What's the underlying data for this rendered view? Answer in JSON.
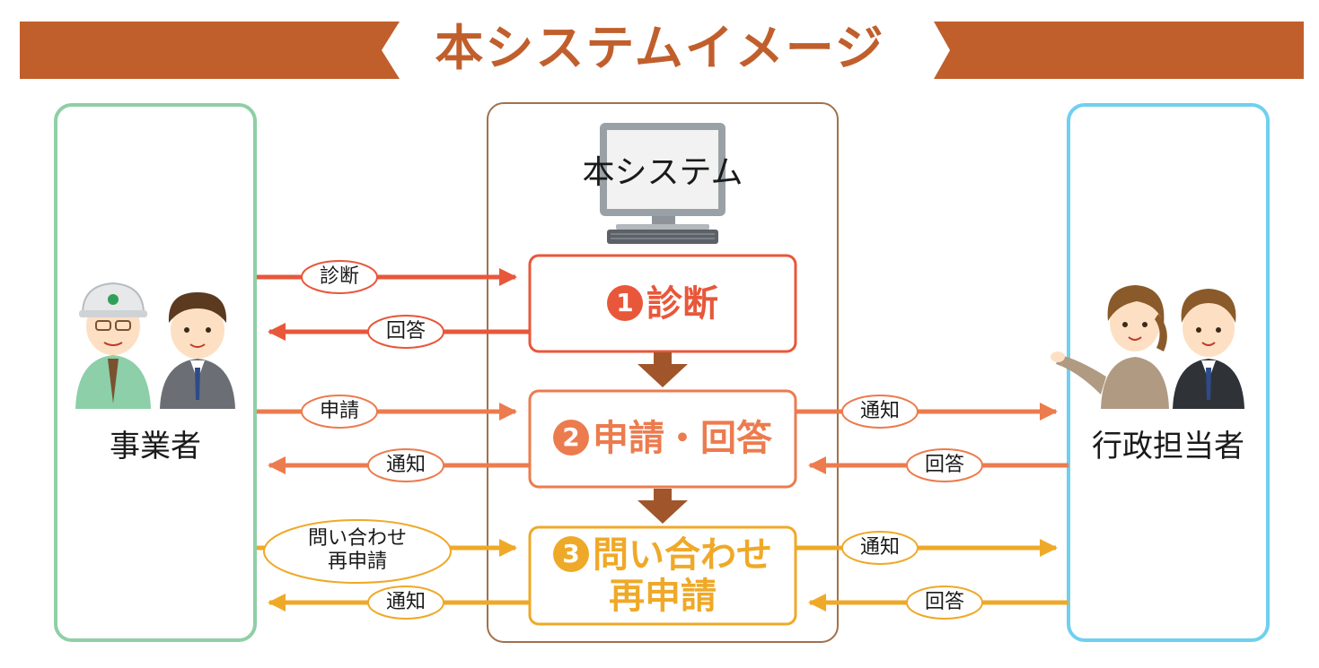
{
  "banner": {
    "title": "本システムイメージ",
    "color": "#c15f2c"
  },
  "left_panel": {
    "label": "事業者",
    "border_color": "#8fcfa6"
  },
  "right_panel": {
    "label": "行政担当者",
    "border_color": "#6fd0f0"
  },
  "center_panel": {
    "label": "本システム",
    "border_color": "#a0714c"
  },
  "steps": [
    {
      "number": "1",
      "label": "診断",
      "color": "#e8573a"
    },
    {
      "number": "2",
      "label": "申請・回答",
      "color": "#ec7b4e"
    },
    {
      "number": "3",
      "line1": "問い合わせ",
      "line2": "再申請",
      "color": "#efa928"
    }
  ],
  "arrows": {
    "a1": "診断",
    "a2": "回答",
    "a3": "申請",
    "a4": "通知",
    "a5_line1": "問い合わせ",
    "a5_line2": "再申請",
    "a6": "通知",
    "b1": "通知",
    "b2": "回答",
    "b3": "通知",
    "b4": "回答"
  }
}
